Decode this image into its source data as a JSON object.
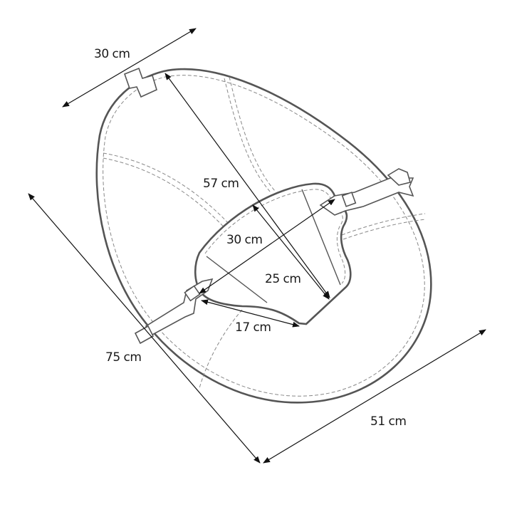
{
  "title": "Seat dimensions diagram",
  "dimensions": {
    "top_width": "30 cm",
    "seat_length": "57 cm",
    "insert_width": "30 cm",
    "insert_length": "25 cm",
    "insert_bottom": "17 cm",
    "total_length": "75 cm",
    "total_width": "51 cm"
  },
  "colors": {
    "outline": "#555555",
    "dimension_line": "#111111"
  }
}
